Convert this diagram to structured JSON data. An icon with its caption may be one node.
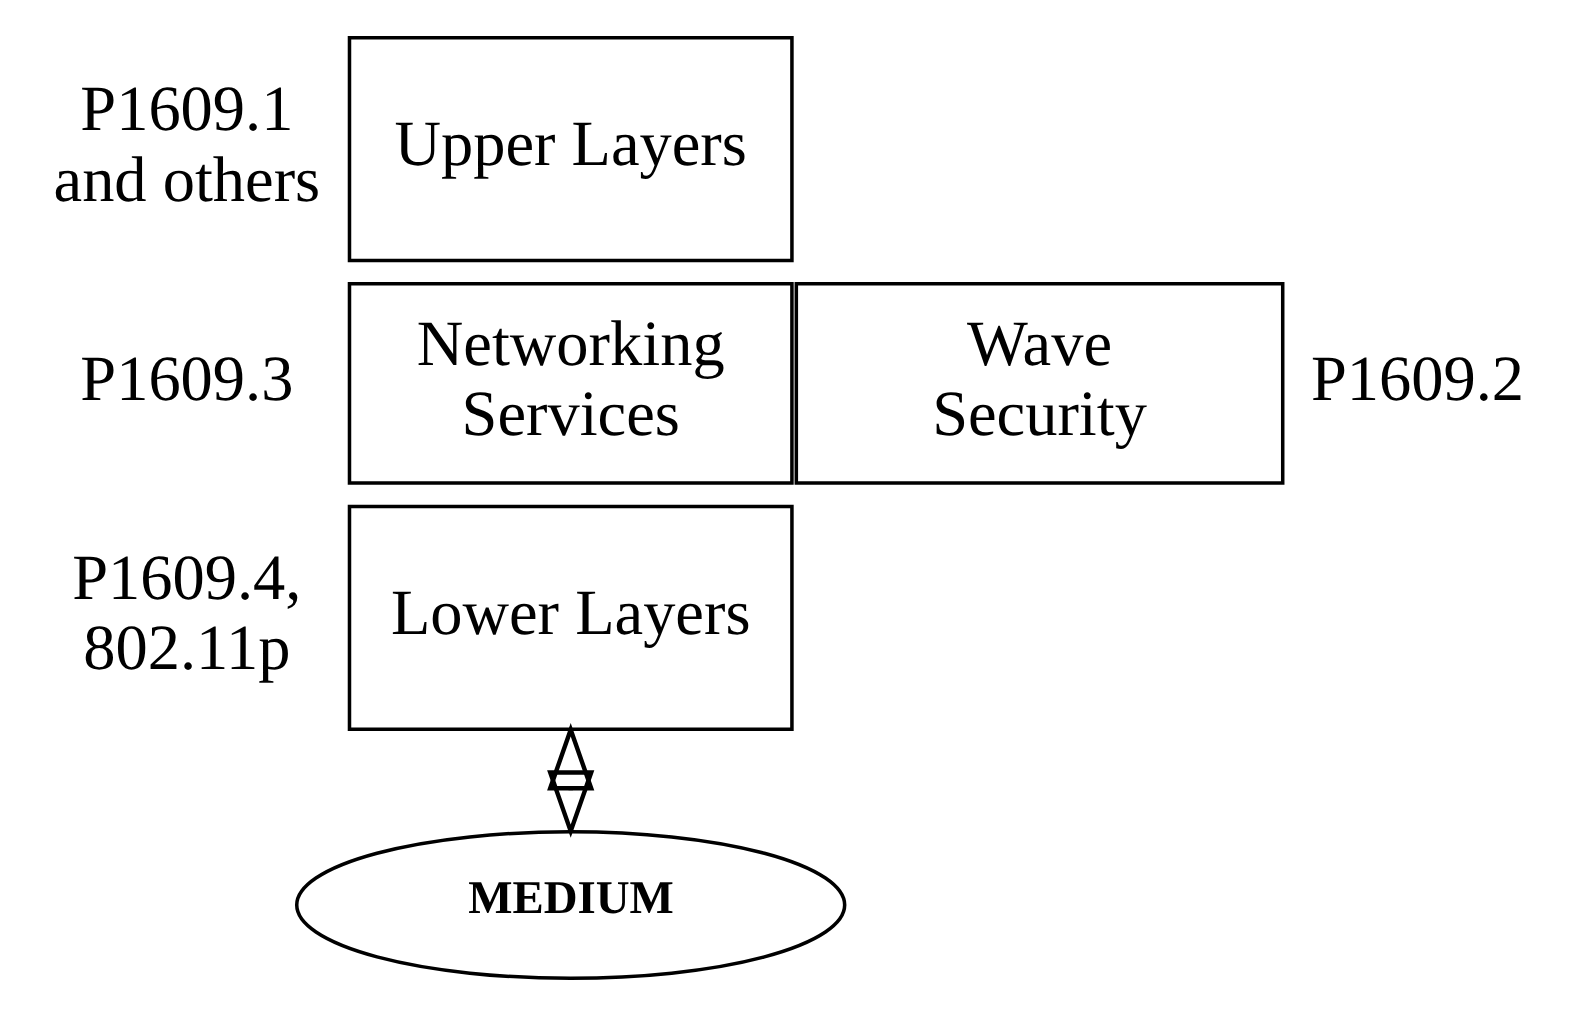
{
  "diagram": {
    "nodes": [
      {
        "text": [
          "Upper Layers"
        ]
      },
      {
        "text": [
          "Networking Services"
        ]
      },
      {
        "text": [
          "Wave Security"
        ]
      },
      {
        "text": [
          "Lower Layers"
        ]
      },
      {
        "text": [
          "MEDIUM"
        ]
      }
    ],
    "edges": [
      {
        "from": 3,
        "to": 4,
        "arrow": "both"
      }
    ],
    "labels": [
      "P1609.1 and others",
      "P1609.3",
      "P1609.2",
      "P1609.4, 802.11p"
    ]
  }
}
